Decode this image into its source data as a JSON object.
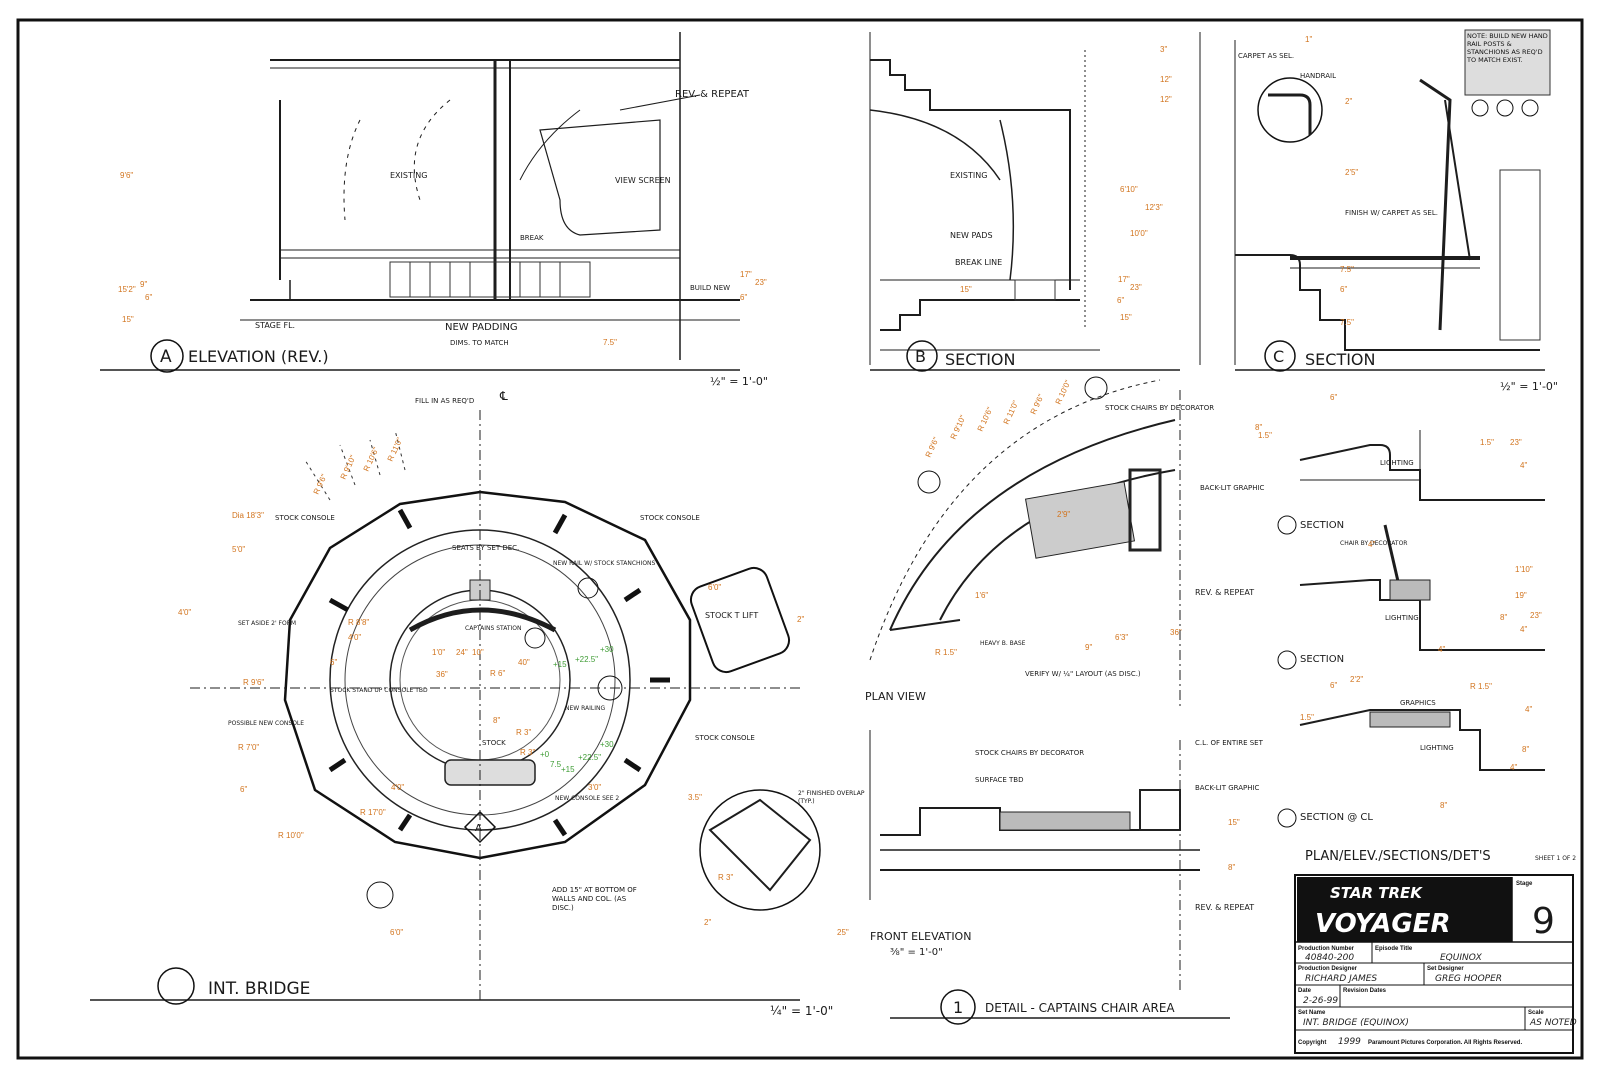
{
  "views": {
    "a_elevation": {
      "marker": "A",
      "title": "ELEVATION (REV.)",
      "scale": "½\" = 1'-0\""
    },
    "b_section": {
      "marker": "B",
      "title": "SECTION"
    },
    "c_section": {
      "marker": "C",
      "title": "SECTION",
      "scale": "½\" = 1'-0\""
    },
    "int_bridge": {
      "title": "INT. BRIDGE",
      "scale": "¼\" = 1'-0\""
    },
    "detail": {
      "marker": "1",
      "title": "DETAIL - CAPTAINS CHAIR AREA"
    },
    "plan_view": {
      "title": "PLAN VIEW"
    },
    "front_elevation": {
      "title": "FRONT ELEVATION",
      "scale": "⅜\" = 1'-0\""
    }
  },
  "notes": {
    "rev_repeat_a": "REV. & REPEAT",
    "existing_a": "EXISTING",
    "view_screen": "VIEW SCREEN",
    "new_padding": "NEW PADDING",
    "dims_to_match": "DIMS. TO MATCH",
    "stage_fl": "STAGE FL.",
    "build_new": "BUILD NEW",
    "break": "BREAK",
    "existing_b": "EXISTING",
    "new_pads": "NEW PADS",
    "break_line": "BREAK LINE",
    "carpet": "CARPET AS SEL.",
    "handrail": "HANDRAIL",
    "finish": "FINISH W/ CARPET AS SEL.",
    "note_c": "NOTE: BUILD NEW HAND RAIL POSTS & STANCHIONS AS REQ'D TO MATCH EXIST.",
    "fill_in": "FILL IN AS REQ'D",
    "stock_console_1": "STOCK CONSOLE",
    "stock_console_2": "STOCK CONSOLE",
    "stock_console_3": "STOCK CONSOLE",
    "seats": "SEATS BY SET DEC.",
    "new_rail": "NEW RAIL W/ STOCK STANCHIONS",
    "captains_station": "CAPTAINS STATION",
    "stock_lift": "STOCK T LIFT",
    "set_aside": "SET ASIDE 2' FORM",
    "possible_console": "POSSIBLE NEW CONSOLE",
    "stock_standup": "STOCK STAND UP CONSOLE TBD",
    "new_railing": "NEW RAILING",
    "stock_label": "STOCK",
    "new_console": "NEW CONSOLE SEE 2",
    "add_15": "ADD 15\" AT BOTTOM OF WALLS AND COL. (AS DISC.)",
    "finished_overlap": "2\" FINISHED OVERLAP (TYP.)",
    "stock_chairs": "STOCK CHAIRS BY DECORATOR",
    "back_lit": "BACK-LIT GRAPHIC",
    "rev_repeat_d": "REV. & REPEAT",
    "verify": "VERIFY W/ ¼\" LAYOUT (AS DISC.)",
    "heavy_base": "HEAVY B. BASE",
    "stock_chairs_2": "STOCK CHAIRS BY DECORATOR",
    "surface_tbd": "SURFACE TBD",
    "ctr_set": "C.L. OF ENTIRE SET",
    "back_lit_2": "BACK-LIT GRAPHIC",
    "rev_repeat_f": "REV. & REPEAT",
    "lighting_1": "LIGHTING",
    "chair_dec": "CHAIR BY DECORATOR",
    "lighting_2": "LIGHTING",
    "graphics": "GRAPHICS",
    "lighting_3": "LIGHTING",
    "section_d": "SECTION",
    "section_e": "SECTION",
    "section_cl": "SECTION @ CL"
  },
  "radii": [
    "R 9'6\"",
    "R 9'10\"",
    "R 10'6\"",
    "R 11'0\"",
    "R 9'6\"",
    "R 9'10\"",
    "R 10'6\"",
    "R 11'0\"",
    "R 9'6\"",
    "R 10'0\""
  ],
  "dims_orange": [
    "9'6\"",
    "15'2\"",
    "9\"",
    "6\"",
    "15\"",
    "17\"",
    "23\"",
    "6\"",
    "7.5\"",
    "3\"",
    "12\"",
    "12\"",
    "6'10\"",
    "10'0\"",
    "12'3\"",
    "17\"",
    "23\"",
    "6\"",
    "15\"",
    "15\"",
    "1\"",
    "2\"",
    "2'5\"",
    "7.5\"",
    "7.5\"",
    "6\"",
    "Dia 18'3\"",
    "5'0\"",
    "4'0\"",
    "R 9'6\"",
    "R 8'8\"",
    "4'0\"",
    "1'0\"",
    "24\"",
    "10\"",
    "36\"",
    "R 6\"",
    "40\"",
    "8\"",
    "R 3\"",
    "R 3\"",
    "3'0\"",
    "4'0\"",
    "R 17'0\"",
    "R 7'0\"",
    "6\"",
    "6\"",
    "R 10'0\"",
    "6'0\"",
    "6'0\"",
    "2\"",
    "3.5\"",
    "R 3\"",
    "2\"",
    "25\"",
    "R 1.5\"",
    "1'6\"",
    "2'9\"",
    "6'3\"",
    "9\"",
    "36\"",
    "15\"",
    "8\"",
    "1.5\"",
    "6\"",
    "1.5\"",
    "8\"",
    "23\"",
    "4\"",
    "1'10\"",
    "4\"",
    "19\"",
    "23\"",
    "4\"",
    "8\"",
    "4\"",
    "2'2\"",
    "R 1.5\"",
    "6\"",
    "4\"",
    "8\"",
    "1.5\"",
    "8\"",
    "4\""
  ],
  "dims_green": [
    "+30",
    "+22.5\"",
    "+15",
    "+30",
    "+22.5\"",
    "+15",
    "+0",
    "7.5"
  ],
  "title_block": {
    "series_line1": "STAR TREK",
    "series_line2": "VOYAGER",
    "stage_label": "Stage",
    "stage_value": "9",
    "prod_number_label": "Production Number",
    "prod_number_value": "40840-200",
    "episode_label": "Episode Title",
    "episode_value": "EQUINOX",
    "designer_label": "Production Designer",
    "designer_value": "RICHARD JAMES",
    "set_designer_label": "Set Designer",
    "set_designer_value": "GREG HOOPER",
    "date_label": "Date",
    "date_value": "2-26-99",
    "revision_label": "Revision Dates",
    "set_name_label": "Set Name",
    "set_name_value": "INT. BRIDGE (EQUINOX)",
    "scale_label": "Scale",
    "scale_value": "AS NOTED",
    "copyright_label": "Copyright",
    "copyright_year": "1999",
    "copyright_text": "Paramount Pictures Corporation. All Rights Reserved.",
    "sheet_title": "PLAN/ELEV./SECTIONS/DET'S",
    "sheet_no": "SHEET 1 OF 2"
  },
  "colors": {
    "ink": "#1d1d1d",
    "dim_orange": "#d2741e",
    "dim_green": "#3f9c35"
  }
}
